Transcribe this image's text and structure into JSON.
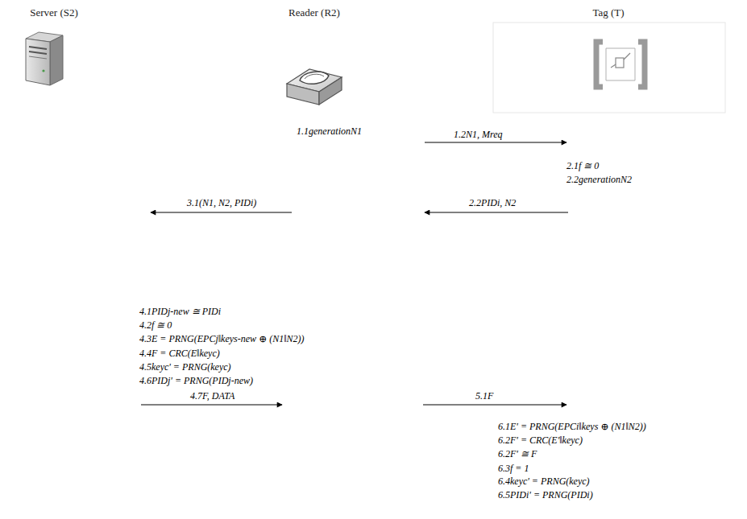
{
  "diagram": {
    "nodes": [
      {
        "text": [
          "Server (S2)"
        ]
      },
      {
        "text": [
          "Reader (R2)"
        ]
      },
      {
        "text": [
          "Tag (T)"
        ]
      }
    ],
    "labels": [
      "1.1generationN1",
      "1.2N1, Mreq",
      "2.1f ≅ 0",
      "2.2generationN2",
      "2.2PIDi, N2",
      "3.1(N1, N2, PIDi)",
      "4.1PIDj-new ≅ PIDi",
      "4.2f ≅ 0",
      "4.3E = PRNG(EPCj‖keys-new ⊕ (N1‖N2))",
      "4.4F = CRC(E‖keyc)",
      "4.5keyc' = PRNG(keyc)",
      "4.6PIDj' = PRNG(PIDj-new)",
      "4.7F, DATA",
      "5.1F",
      "6.1E' = PRNG(EPCi‖keys ⊕ (N1‖N2))",
      "6.2F' = CRC(E'‖keyc)",
      "6.2F' ≅ F",
      "6.3f = 1",
      "6.4keyc' = PRNG(keyc)",
      "6.5PIDi' = PRNG(PIDi)"
    ]
  }
}
